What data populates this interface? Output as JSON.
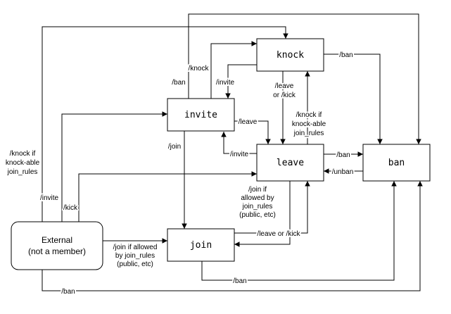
{
  "diagram": {
    "background": "#ffffff",
    "line_color": "#000000",
    "nodes": {
      "knock": {
        "label": "knock"
      },
      "invite": {
        "label": "invite"
      },
      "leave": {
        "label": "leave"
      },
      "ban": {
        "label": "ban"
      },
      "join": {
        "label": "join"
      },
      "external": {
        "line1": "External",
        "line2": "(not a member)"
      }
    },
    "edge_labels": {
      "external_to_knock": [
        "/knock if",
        "knock-able",
        "join_rules"
      ],
      "external_to_invite": "/invite",
      "external_to_leave": "/kick",
      "external_to_join": [
        "/join if allowed",
        "by join_rules",
        "(public, etc)"
      ],
      "external_to_ban": "/ban",
      "invite_to_knock": "/knock",
      "invite_to_ban": "/ban",
      "knock_to_invite": "/invite",
      "knock_to_ban": "/ban",
      "knock_to_leave": [
        "/leave",
        "or /kick"
      ],
      "leave_to_knock": [
        "/knock if",
        "knock-able",
        "join_rules"
      ],
      "invite_to_leave": "/leave",
      "leave_to_invite": "/invite",
      "invite_to_join": "/join",
      "leave_to_ban": "/ban",
      "ban_to_leave": "/unban",
      "leave_to_join": [
        "/join if",
        "allowed by",
        "join_rules",
        "(public, etc)"
      ],
      "join_to_leave": "/leave or /kick",
      "join_to_ban": "/ban"
    }
  }
}
